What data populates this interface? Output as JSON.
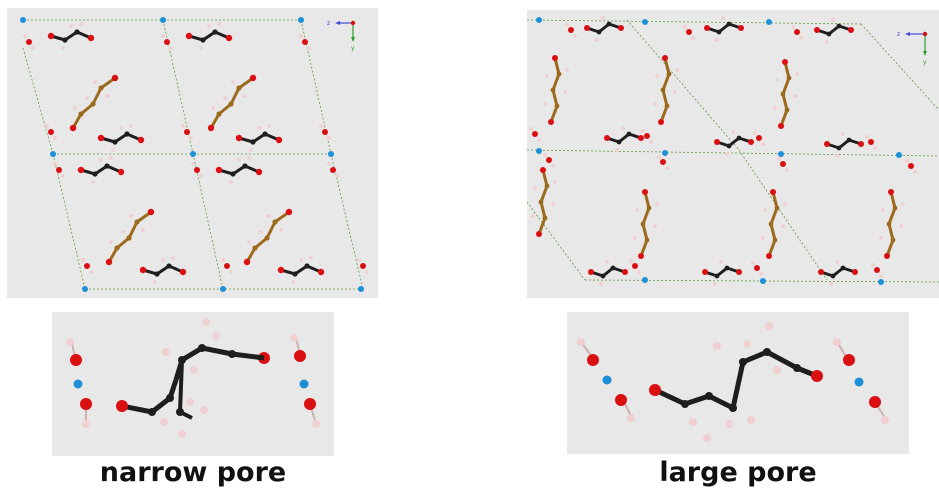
{
  "captions": {
    "narrow": "narrow pore",
    "large": "large pore"
  },
  "axes": {
    "z": "z",
    "y": "y"
  },
  "colors": {
    "background_panel": "#e8e8e8",
    "oxygen": "#d90f12",
    "hydrogen": "#f0d0d0",
    "nitrogen": "#1e90d8",
    "carbon_dark": "#1e1e1e",
    "carbon_brown": "#9c6a1c",
    "cell_edge": "#5c9c3c"
  }
}
